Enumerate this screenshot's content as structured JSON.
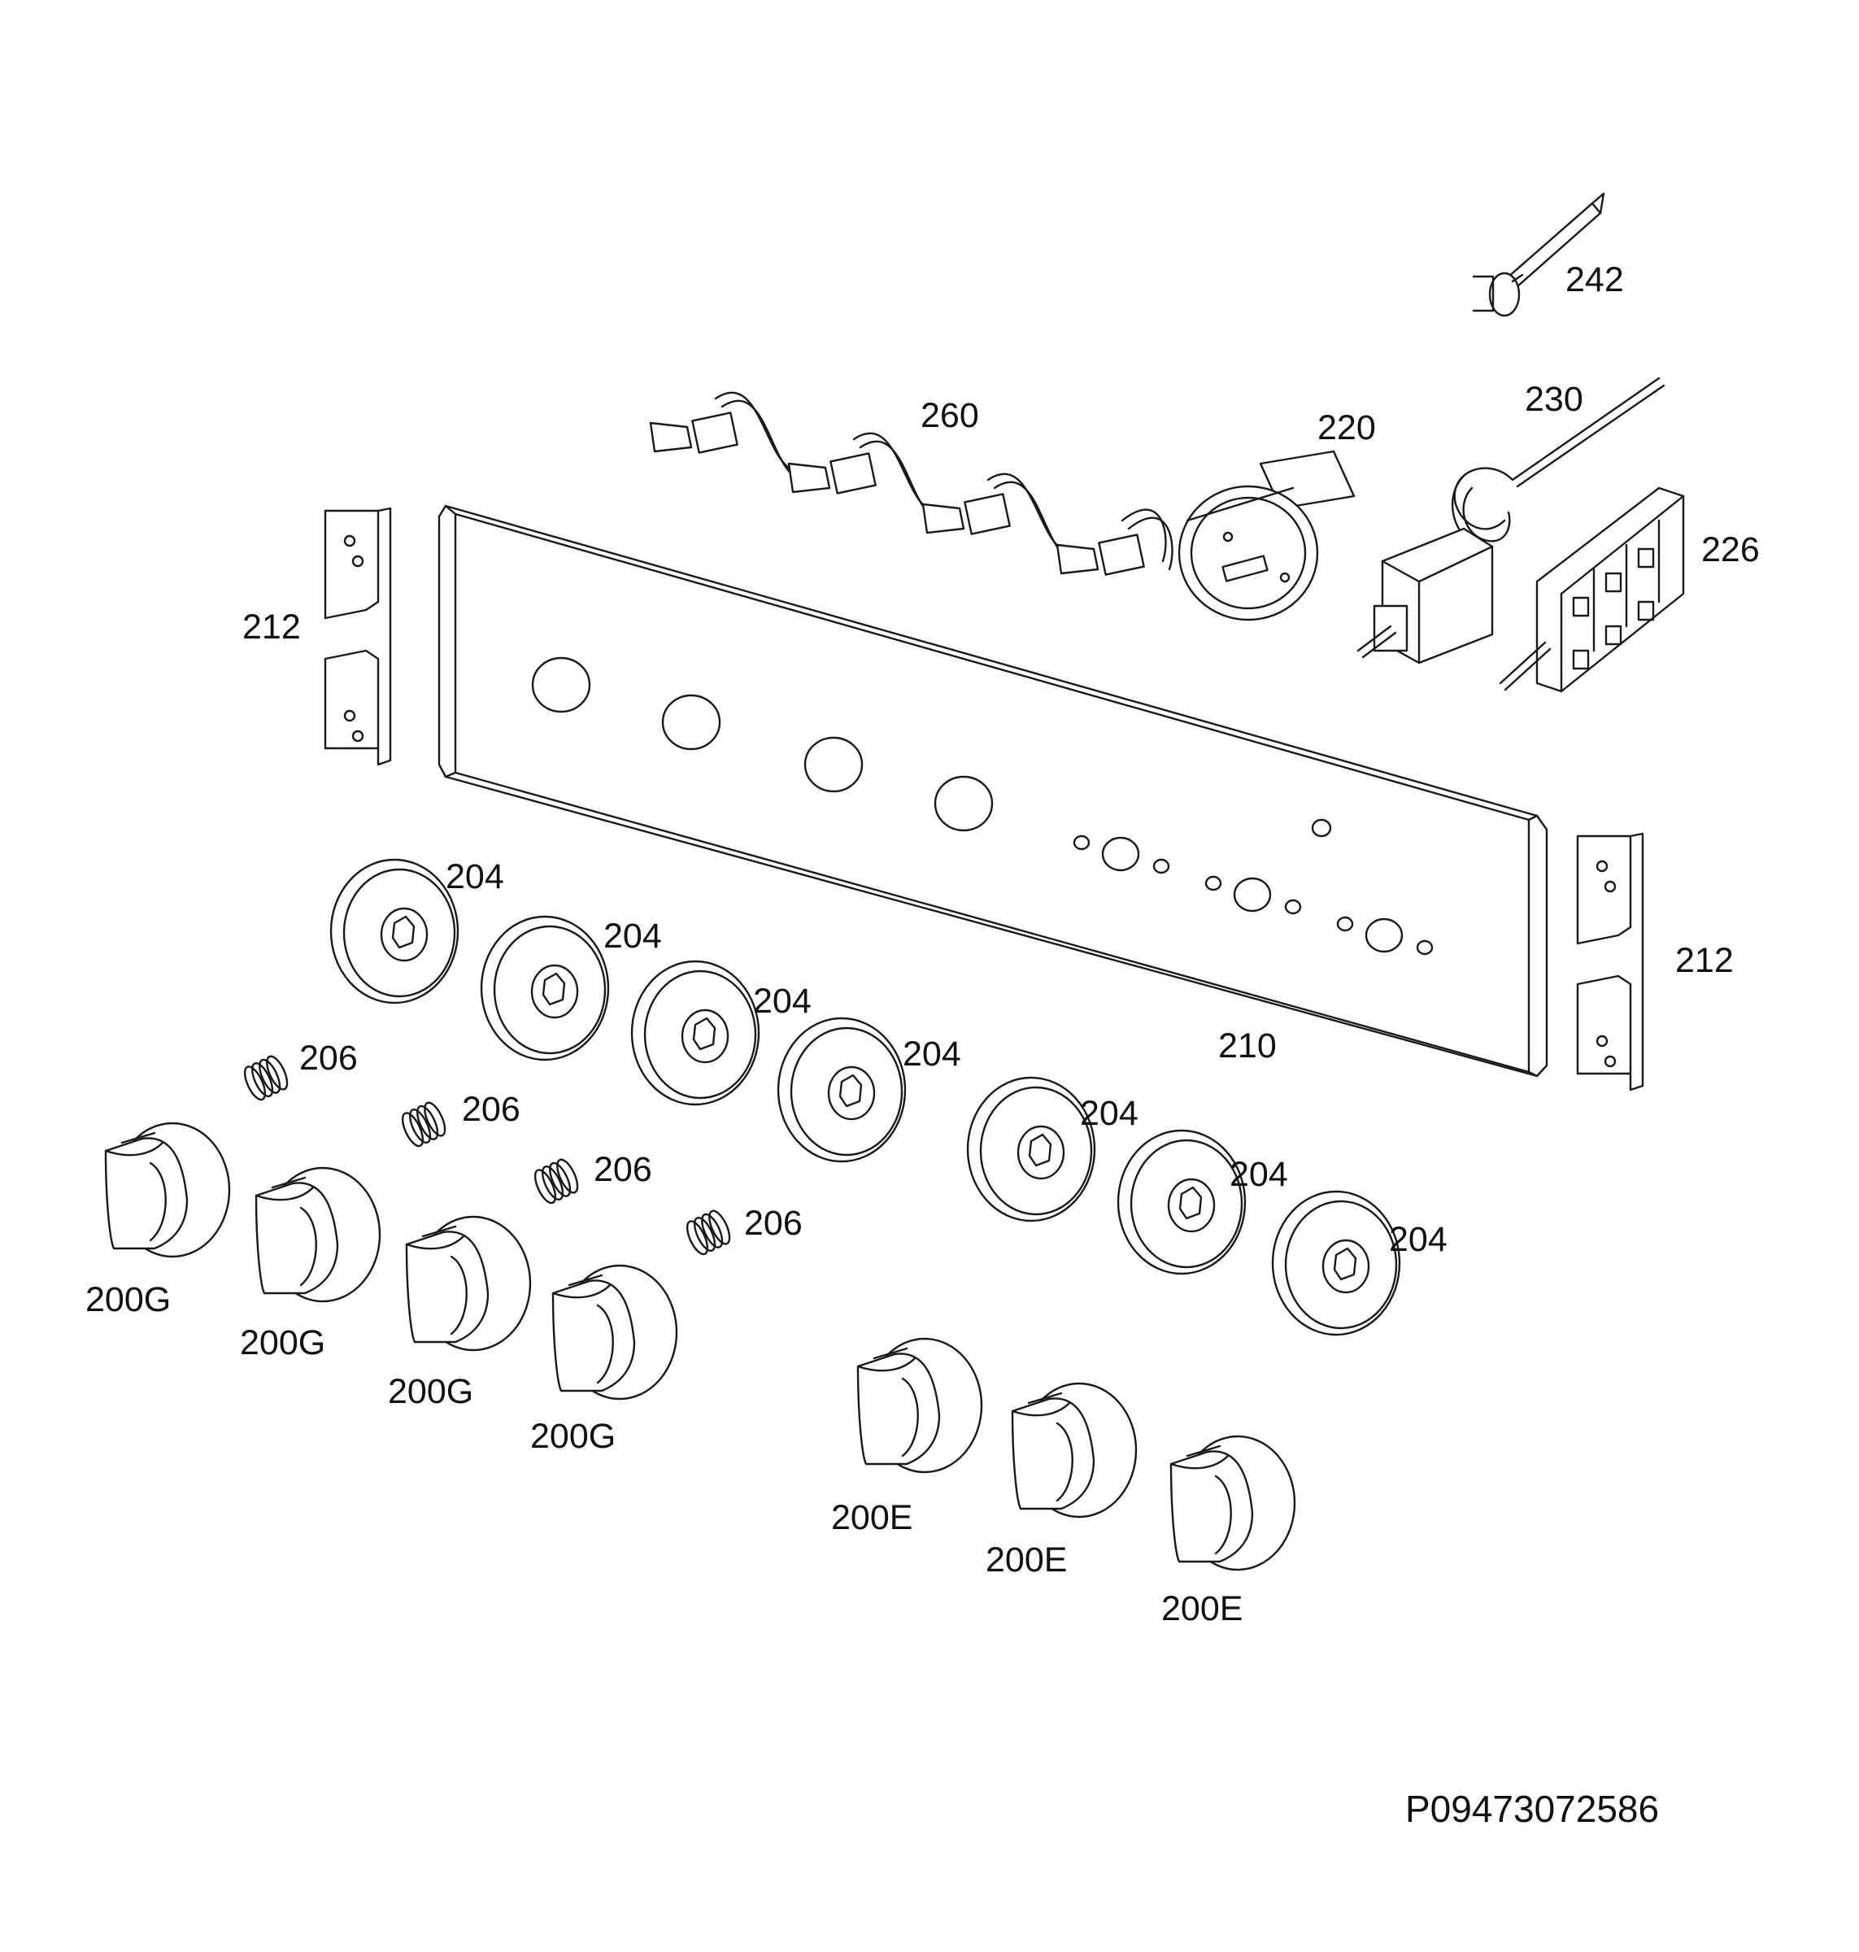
{
  "diagram": {
    "drawing_code": "P09473072586",
    "callouts": {
      "c242": "242",
      "c260": "260",
      "c230": "230",
      "c220": "220",
      "c226": "226",
      "c212_left": "212",
      "c212_right": "212",
      "c210": "210",
      "c204_1": "204",
      "c204_2": "204",
      "c204_3": "204",
      "c204_4": "204",
      "c204_5": "204",
      "c204_6": "204",
      "c204_7": "204",
      "c206_1": "206",
      "c206_2": "206",
      "c206_3": "206",
      "c206_4": "206",
      "c200g_1": "200G",
      "c200g_2": "200G",
      "c200g_3": "200G",
      "c200g_4": "200G",
      "c200e_1": "200E",
      "c200e_2": "200E",
      "c200e_3": "200E"
    }
  }
}
